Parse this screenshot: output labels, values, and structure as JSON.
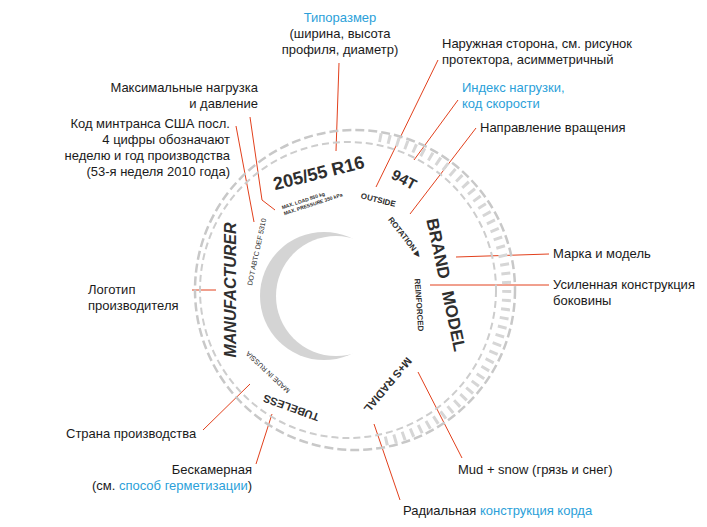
{
  "diagram": {
    "nodes": [
      {
        "text": [
          "205/55 R16",
          "MAX. LOAD 850 kg",
          "MAX. PRESSURE 350 kPa",
          "OUTSIDE",
          "94T",
          "ROTATION ▶",
          "BRAND MODEL",
          "REINFORCED",
          "M+S RADIAL",
          "TUBELESS",
          "MADE IN RUSSIA",
          "MANUFACTURER",
          "DOT ABTC DEF 5310"
        ]
      }
    ],
    "labels": [
      "Типоразмер",
      "(ширина, высота профиля, диаметр)",
      "Наружная сторона, см. рисунок протектора, асимметричный",
      "Индекс нагрузки, код скорости",
      "Направление вращения",
      "Марка и модель",
      "Усиленная конструкция боковины",
      "Mud + snow (грязь и снег)",
      "Радиальная",
      "конструкция корда",
      "Бескамерная",
      "(см.",
      "способ герметизации",
      ")",
      "Страна производства",
      "Логотип производителя",
      "Код минтранса США посл. 4 цифры обозначают неделю и год производства (53-я неделя 2010 года)",
      "Максимальные нагрузка и давление"
    ]
  }
}
